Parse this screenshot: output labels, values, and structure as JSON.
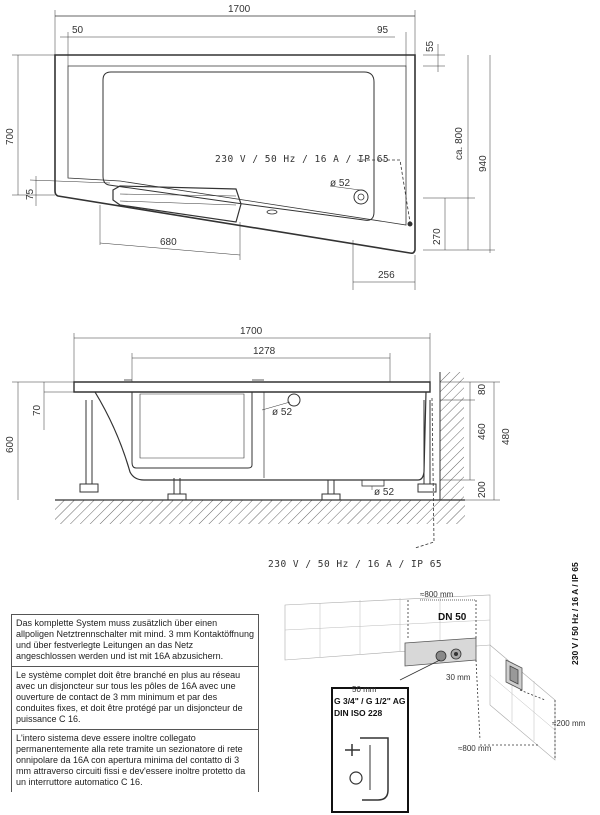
{
  "top_view": {
    "width_total": "1700",
    "left_margin": "50",
    "right_margin": "95",
    "top_margin": "55",
    "depth_left": "700",
    "depth_right": "940",
    "inner_depth": "ca. 800",
    "handle_offset": "75",
    "seat_width": "680",
    "corner_depth": "270",
    "corner_width": "256",
    "drain": "ø 52",
    "power_label": "230 V / 50 Hz / 16 A / IP 65"
  },
  "front_view": {
    "width_total": "1700",
    "door_width": "1278",
    "height": "600",
    "rim": "70",
    "top_gap": "80",
    "inner_height": "460",
    "full_height": "480",
    "floor_gap": "200",
    "overflow": "ø 52",
    "drain": "ø 52",
    "power_label": "230 V / 50 Hz / 16 A / IP 65"
  },
  "install": {
    "dist_top": "≈800 mm",
    "dn": "DN 50",
    "dist_50": "50 mm",
    "dist_30": "30 mm",
    "thread": "G 3/4\" / G 1/2\" AG",
    "standard": "DIN ISO 228",
    "dist_bottom": "≈800 mm",
    "dist_side": "≈200 mm",
    "power_vertical": "230 V / 50 Hz / 16 A / IP 65"
  },
  "notes": [
    "Das komplette System muss zusätzlich über einen allpoligen Netztrennschalter mit mind. 3 mm Kontaktöffnung und über festverlegte Leitungen an das Netz angeschlossen werden und ist mit 16A abzusichern.",
    "Le système complet doit être branché en plus au réseau avec un disjoncteur sur tous les pôles de 16A avec une ouverture de contact de 3 mm minimum et par des conduites fixes, et doit être protégé par un disjoncteur de puissance C 16.",
    "L'intero sistema deve essere inoltre collegato permanentemente alla rete tramite un sezionatore di rete onnipolare da 16A con apertura minima del contatto di 3 mm attraverso circuiti fissi e dev'essere inoltre protetto da un interruttore automatico C 16."
  ]
}
